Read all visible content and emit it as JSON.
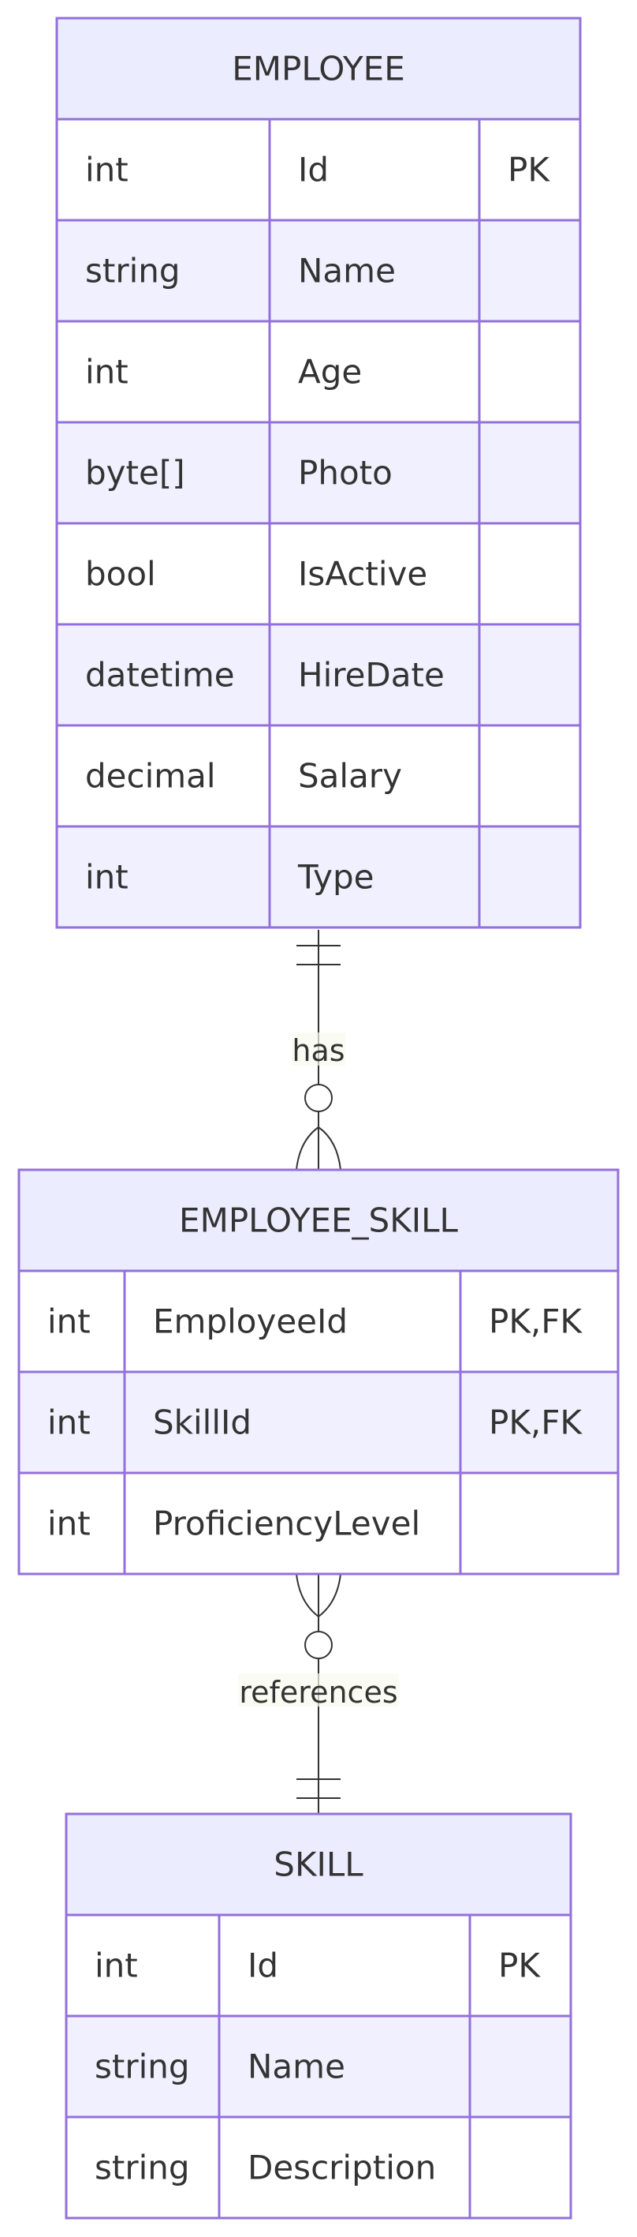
{
  "entities": {
    "employee": {
      "title": "EMPLOYEE",
      "rows": [
        {
          "type": "int",
          "name": "Id",
          "key": "PK"
        },
        {
          "type": "string",
          "name": "Name",
          "key": ""
        },
        {
          "type": "int",
          "name": "Age",
          "key": ""
        },
        {
          "type": "byte[]",
          "name": "Photo",
          "key": ""
        },
        {
          "type": "bool",
          "name": "IsActive",
          "key": ""
        },
        {
          "type": "datetime",
          "name": "HireDate",
          "key": ""
        },
        {
          "type": "decimal",
          "name": "Salary",
          "key": ""
        },
        {
          "type": "int",
          "name": "Type",
          "key": ""
        }
      ]
    },
    "employee_skill": {
      "title": "EMPLOYEE_SKILL",
      "rows": [
        {
          "type": "int",
          "name": "EmployeeId",
          "key": "PK,FK"
        },
        {
          "type": "int",
          "name": "SkillId",
          "key": "PK,FK"
        },
        {
          "type": "int",
          "name": "ProficiencyLevel",
          "key": ""
        }
      ]
    },
    "skill": {
      "title": "SKILL",
      "rows": [
        {
          "type": "int",
          "name": "Id",
          "key": "PK"
        },
        {
          "type": "string",
          "name": "Name",
          "key": ""
        },
        {
          "type": "string",
          "name": "Description",
          "key": ""
        }
      ]
    }
  },
  "relationships": {
    "employee_to_skill": {
      "label": "has",
      "from": "employee",
      "to": "employee_skill",
      "from_cardinality": "exactly-one",
      "to_cardinality": "zero-or-many"
    },
    "skill_link_to_skill": {
      "label": "references",
      "from": "employee_skill",
      "to": "skill",
      "from_cardinality": "zero-or-many",
      "to_cardinality": "exactly-one"
    }
  },
  "colors": {
    "header_fill": "#ececff",
    "row_fill_odd": "#ffffff",
    "row_fill_even": "#f0f0ff",
    "border": "#9370db",
    "text": "#333333",
    "line": "#333333",
    "label_bg": "#f8fbee"
  }
}
